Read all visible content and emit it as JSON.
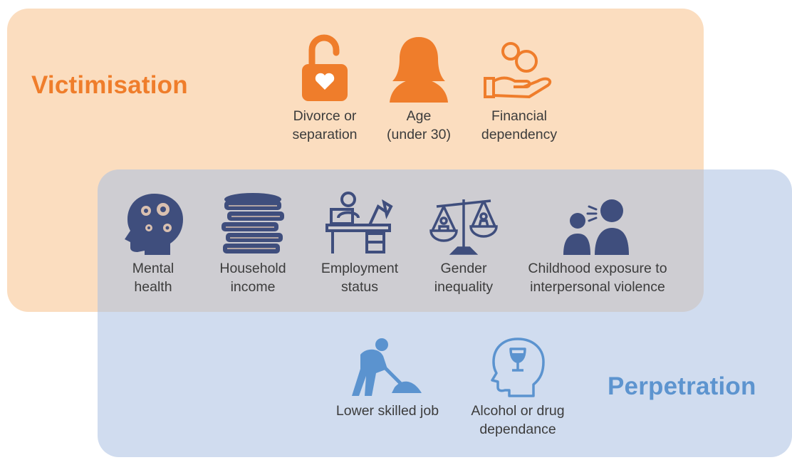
{
  "regions": {
    "victimisation": {
      "title": "Victimisation",
      "color": "#ef7d2b"
    },
    "perpetration": {
      "title": "Perpetration",
      "color": "#5d94cf"
    }
  },
  "icon_colors": {
    "victimisation": "#ef7d2b",
    "shared": "#3f4e7d",
    "perpetration": "#5b93cf"
  },
  "victimisation_items": [
    {
      "icon": "unlocked-heart-padlock-icon",
      "label": "Divorce or\nseparation"
    },
    {
      "icon": "woman-silhouette-icon",
      "label": "Age\n(under 30)"
    },
    {
      "icon": "hand-with-coins-icon",
      "label": "Financial\ndependency"
    }
  ],
  "shared_items": [
    {
      "icon": "head-with-gears-icon",
      "label": "Mental\nhealth"
    },
    {
      "icon": "coin-stack-icon",
      "label": "Household\nincome"
    },
    {
      "icon": "person-at-desk-icon",
      "label": "Employment\nstatus"
    },
    {
      "icon": "balance-scale-people-icon",
      "label": "Gender\ninequality"
    },
    {
      "icon": "adult-shouting-at-child-icon",
      "label": "Childhood exposure to\ninterpersonal violence"
    }
  ],
  "perpetration_items": [
    {
      "icon": "worker-shovelling-icon",
      "label": "Lower skilled job"
    },
    {
      "icon": "head-with-wine-glass-icon",
      "label": "Alcohol or drug\ndependance"
    }
  ]
}
